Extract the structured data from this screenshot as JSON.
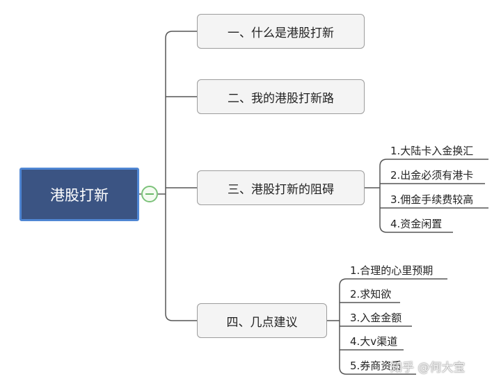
{
  "root": {
    "label": "港股打新"
  },
  "branches": [
    {
      "label": "一、什么是港股打新",
      "children": []
    },
    {
      "label": "二、我的港股打新路",
      "children": []
    },
    {
      "label": "三、港股打新的阻碍",
      "children": [
        "1.大陆卡入金换汇",
        "2.出金必须有港卡",
        "3.佣金手续费较高",
        "4.资金闲置"
      ]
    },
    {
      "label": "四、几点建议",
      "children": [
        "1.合理的心里预期",
        "2.求知欲",
        "3.入金金额",
        "4.大v渠道",
        "5.券商资质"
      ]
    }
  ],
  "watermark": "知乎 @何大宝",
  "colors": {
    "root_fill": "#3b5483",
    "root_border": "#4f86d3",
    "line": "#555555",
    "branch_fill": "#f4f4f4"
  }
}
